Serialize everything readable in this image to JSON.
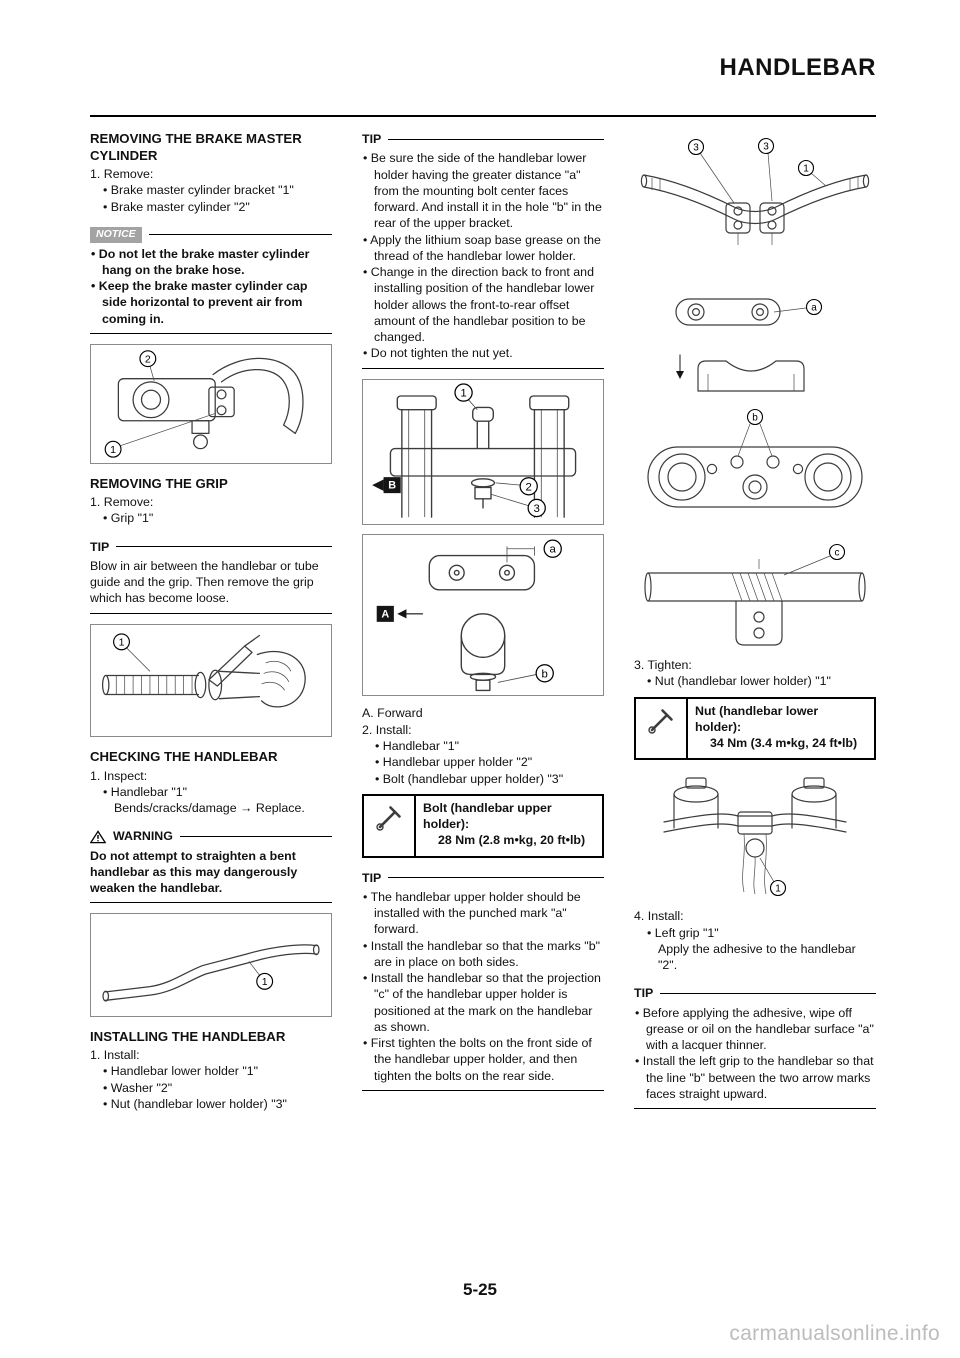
{
  "page": {
    "title": "HANDLEBAR",
    "page_number": "5-25",
    "watermark": "carmanualsonline.info"
  },
  "labels": {
    "tip": "TIP",
    "notice": "NOTICE",
    "warning": "WARNING"
  },
  "col1": {
    "removing_master_cylinder": {
      "heading": "REMOVING THE BRAKE MASTER CYLINDER",
      "step": "1. Remove:",
      "items": [
        "Brake master cylinder bracket \"1\"",
        "Brake master cylinder \"2\""
      ]
    },
    "notice_items": [
      "Do not let the brake master cylinder hang on the brake hose.",
      "Keep the brake master cylinder cap side horizontal to prevent air from coming in."
    ],
    "removing_grip": {
      "heading": "REMOVING THE GRIP",
      "step": "1. Remove:",
      "items": [
        "Grip \"1\""
      ]
    },
    "tip_text": "Blow in air between the handlebar or tube guide and the grip. Then remove the grip which has become loose.",
    "checking_handlebar": {
      "heading": "CHECKING THE HANDLEBAR",
      "step": "1. Inspect:",
      "items": [
        "Handlebar \"1\""
      ],
      "sub": "Bends/cracks/damage → Replace."
    },
    "warning_text": "Do not attempt to straighten a bent handlebar as this may dangerously weaken the handlebar.",
    "installing_handlebar": {
      "heading": "INSTALLING THE HANDLEBAR",
      "step": "1. Install:",
      "items": [
        "Handlebar lower holder \"1\"",
        "Washer \"2\"",
        "Nut (handlebar lower holder) \"3\""
      ]
    }
  },
  "col2": {
    "tip1_items": [
      "Be sure the side of the handlebar lower holder having the greater distance \"a\" from the mounting bolt center faces forward. And install it in the hole \"b\" in the rear of the upper bracket.",
      "Apply the lithium soap base grease on the thread of the handlebar lower holder.",
      "Change in the direction back to front and installing position of the handlebar lower holder allows the front-to-rear offset amount of the handlebar position to be changed.",
      "Do not tighten the nut yet."
    ],
    "figure_caption": "A. Forward",
    "install2": {
      "step": "2. Install:",
      "items": [
        "Handlebar \"1\"",
        "Handlebar upper holder \"2\"",
        "Bolt (handlebar upper holder) \"3\""
      ]
    },
    "spec": {
      "title": "Bolt (handlebar upper holder):",
      "value": "28 Nm (2.8 m•kg, 20 ft•lb)"
    },
    "tip2_items": [
      "The handlebar upper holder should be installed with the punched mark \"a\" forward.",
      "Install the handlebar so that the marks \"b\" are in place on both sides.",
      "Install the handlebar so that the projection \"c\" of the handlebar upper holder is positioned at the mark on the handlebar as shown.",
      "First tighten the bolts on the front side of the handlebar upper holder, and then tighten the bolts on the rear side."
    ]
  },
  "col3": {
    "tighten3": {
      "step": "3. Tighten:",
      "items": [
        "Nut (handlebar lower holder) \"1\""
      ]
    },
    "spec": {
      "title": "Nut (handlebar lower holder):",
      "value": "34 Nm (3.4 m•kg, 24 ft•lb)"
    },
    "install4": {
      "step": "4. Install:",
      "items": [
        "Left grip \"1\""
      ],
      "sub": "Apply the adhesive to the handlebar \"2\"."
    },
    "tip_items": [
      "Before applying the adhesive, wipe off grease or oil on the handlebar surface \"a\" with a lacquer thinner.",
      "Install the left grip to the handlebar so that the line \"b\" between the two arrow marks faces straight upward."
    ]
  },
  "figures": {
    "master_cylinder": {
      "c1": "1",
      "c2": "2"
    },
    "grip_removal": {
      "c1": "1"
    },
    "handlebar_check": {
      "c1": "1"
    },
    "stem_front": {
      "c1": "1",
      "c2": "2",
      "c3": "3",
      "view_b": "B"
    },
    "holder_offset": {
      "a": "a",
      "view_a": "A",
      "b": "b"
    },
    "handlebar_top": {
      "c3l": "3",
      "c3r": "3",
      "c1": "1"
    },
    "link_plate": {
      "a": "a"
    },
    "upper_bracket": {
      "b": "b"
    },
    "holder_side": {
      "c": "c"
    },
    "fork_crown": {
      "c1": "1"
    }
  }
}
